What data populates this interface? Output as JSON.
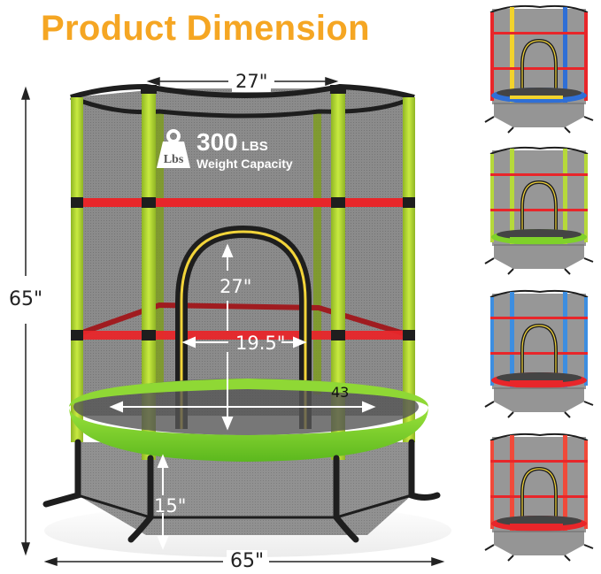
{
  "title": "Product Dimension",
  "colors": {
    "title": "#f5a623",
    "frame_green": "#a9d12c",
    "pad_green": "#7fd12a",
    "strap_red": "#e8262a",
    "arch_yellow": "#f2d43a",
    "net_gray": "#7a7a7a",
    "dim_text": "#222222"
  },
  "weight_capacity": {
    "icon": "weight-lbs-icon",
    "icon_text": "Lbs",
    "value": "300",
    "unit": "LBS",
    "label": "Weight Capacity"
  },
  "dimensions": {
    "top_width": "27\"",
    "total_height": "65\"",
    "door_height": "27\"",
    "door_width": "19.5\"",
    "jump_mat_diameter": "43",
    "leg_height": "15\"",
    "base_width": "65\""
  },
  "color_variants": [
    {
      "name": "multicolor",
      "pole_front": "#f2d32c",
      "pole_side": "#e8262a",
      "pole_back": "#2f6fd6",
      "pad": "#2f6fd6",
      "pad_inner": "#f2d32c",
      "strap": "#e8262a"
    },
    {
      "name": "green",
      "pole_front": "#b6d93a",
      "pole_side": "#b6d93a",
      "pole_back": "#b6d93a",
      "pad": "#7fd12a",
      "pad_inner": "#7fd12a",
      "strap": "#e8262a"
    },
    {
      "name": "blue-red",
      "pole_front": "#3d8ee0",
      "pole_side": "#3d8ee0",
      "pole_back": "#3d8ee0",
      "pad": "#e8262a",
      "pad_inner": "#e8262a",
      "strap": "#e8262a"
    },
    {
      "name": "red",
      "pole_front": "#f04a3a",
      "pole_side": "#f04a3a",
      "pole_back": "#f04a3a",
      "pad": "#e8262a",
      "pad_inner": "#e8262a",
      "strap": "#e8262a"
    }
  ]
}
